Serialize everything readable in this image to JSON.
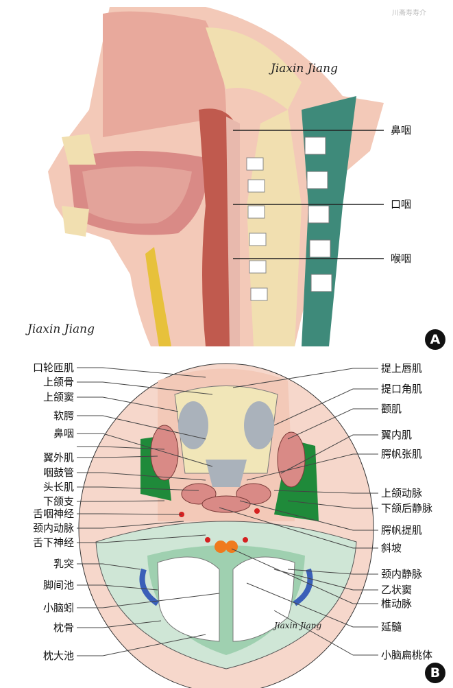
{
  "watermark": "川斋寿寿介",
  "panel_a": {
    "label": "A",
    "signature": "Jiaxin Jiang",
    "labels": [
      "鼻咽",
      "口咽",
      "喉咽"
    ]
  },
  "panel_b": {
    "label": "B",
    "signature": "Jiaxin Jiang",
    "left_labels": [
      "口轮匝肌",
      "上颌骨",
      "上颌窦",
      "软腭",
      "鼻咽",
      "",
      "翼外肌",
      "咽鼓管",
      "头长肌",
      "下颌支",
      "舌咽神经",
      "颈内动脉",
      "舌下神经",
      "乳突",
      "脚间池",
      "小脑蚓",
      "枕骨",
      "枕大池"
    ],
    "right_labels": [
      "提上唇肌",
      "提口角肌",
      "颧肌",
      "翼内肌",
      "腭帆张肌",
      "上颌动脉",
      "下颌后静脉",
      "腭帆提肌",
      "斜坡",
      "颈内静脉",
      "乙状窦",
      "椎动脉",
      "延髓",
      "小脑扁桃体"
    ]
  },
  "colors": {
    "skin": "#f3c9b8",
    "muscle": "#d98a86",
    "bone": "#f1dfb0",
    "green": "#1f8a3a",
    "teal": "#3e8a7a"
  }
}
